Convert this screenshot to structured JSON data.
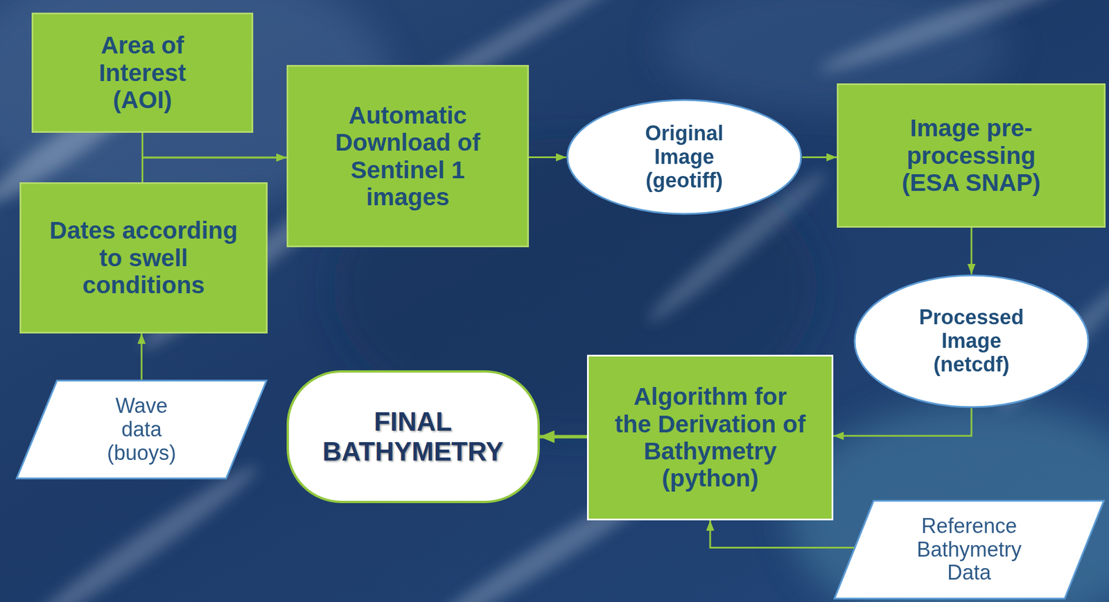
{
  "diagram": {
    "nodes": [
      {
        "text": [
          "Area of Interest (AOI)"
        ]
      },
      {
        "text": [
          "Dates according to swell conditions"
        ]
      },
      {
        "text": [
          "Wave data (buoys)"
        ]
      },
      {
        "text": [
          "Automatic Download of Sentinel 1 images"
        ]
      },
      {
        "text": [
          "Original Image (geotiff)"
        ]
      },
      {
        "text": [
          "Image pre-processing (ESA SNAP)"
        ]
      },
      {
        "text": [
          "Processed Image (netcdf)"
        ]
      },
      {
        "text": [
          "Algorithm for the Derivation of Bathymetry (python)"
        ]
      },
      {
        "text": [
          "Reference Bathymetry Data"
        ]
      },
      {
        "text": [
          "FINAL BATHYMETRY"
        ]
      }
    ],
    "edges": [
      {
        "from": 0,
        "to": 3,
        "arrow": "to"
      },
      {
        "from": 1,
        "to": 3,
        "arrow": "to"
      },
      {
        "from": 2,
        "to": 1,
        "arrow": "to"
      },
      {
        "from": 3,
        "to": 4,
        "arrow": "to"
      },
      {
        "from": 4,
        "to": 5,
        "arrow": "to"
      },
      {
        "from": 5,
        "to": 6,
        "arrow": "to"
      },
      {
        "from": 6,
        "to": 7,
        "arrow": "to"
      },
      {
        "from": 8,
        "to": 7,
        "arrow": "to"
      },
      {
        "from": 7,
        "to": 9,
        "arrow": "to"
      }
    ]
  }
}
